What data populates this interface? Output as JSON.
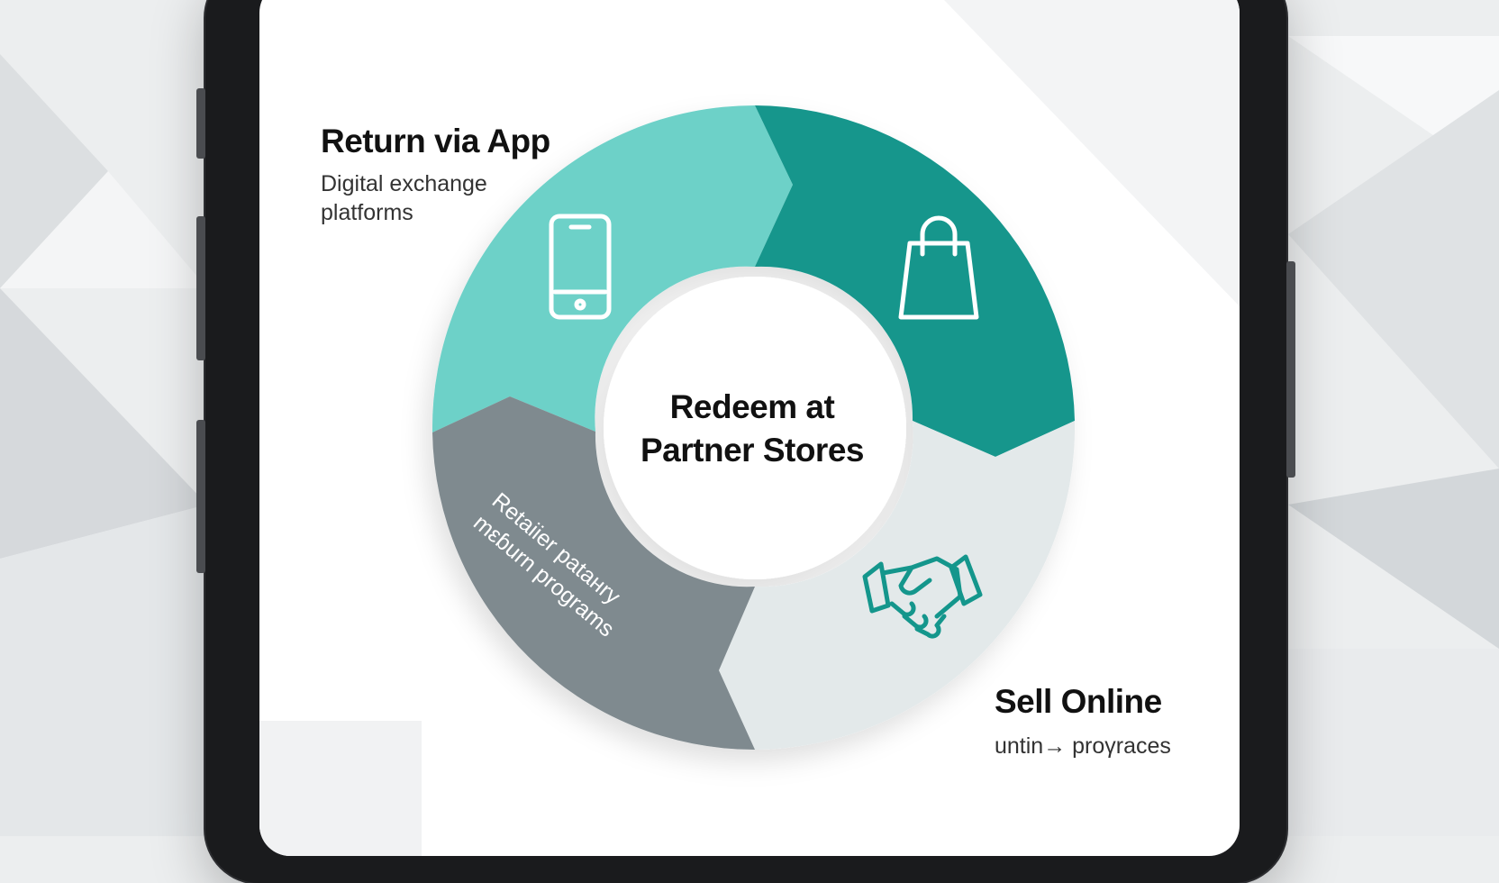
{
  "diagram": {
    "center": {
      "line1": "Redeem at",
      "line2": "Partner Stores"
    },
    "segments": [
      {
        "id": "return-via-app",
        "title": "Return via App",
        "subtitle_line1": "Digital exchange",
        "subtitle_line2": "platforms",
        "color": "#6dd1c8",
        "icon": "smartphone-icon"
      },
      {
        "id": "redeem-at-partner-stores",
        "color": "#14968c",
        "icon": "shopping-bag-icon"
      },
      {
        "id": "sell-online",
        "title": "Sell Online",
        "subtitle_line1": "untin→ proγraces",
        "color": "#e3e9ea",
        "icon": "handshake-icon"
      },
      {
        "id": "retailer-programs",
        "rotated_line1": "Retaiier pataнry",
        "rotated_line2": "mεɓurn programs",
        "color": "#7f8a8f"
      }
    ]
  },
  "colors": {
    "teal_light": "#6dd1c8",
    "teal_dark": "#14968c",
    "grey": "#7f8a8f",
    "pale": "#e3e9ea",
    "device": "#1a1b1d"
  }
}
